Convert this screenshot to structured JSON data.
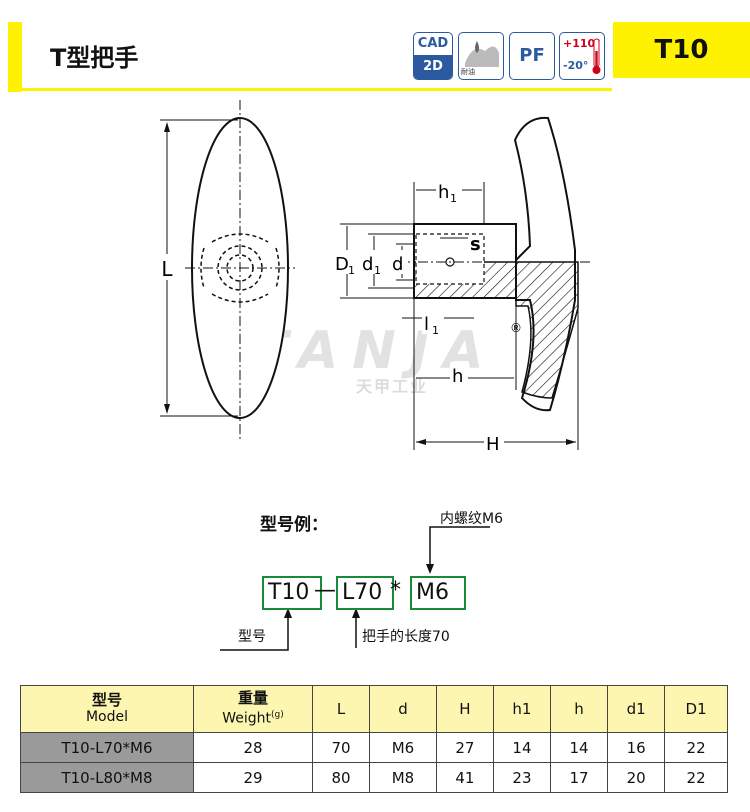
{
  "header": {
    "title": "T型把手",
    "product_code": "T10",
    "badges": {
      "cad_top": "CAD",
      "cad_bottom": "2D",
      "oil_label": "耐油",
      "pf": "PF",
      "temp_high": "+110°",
      "temp_low": "-20°"
    }
  },
  "drawing": {
    "labels": {
      "L": "L",
      "h1": "h",
      "h1_sub": "1",
      "s": "s",
      "D1": "D",
      "D1_sub": "1",
      "d1": "d",
      "d1_sub": "1",
      "d": "d",
      "l1": "l",
      "l1_sub": "1",
      "h": "h",
      "H": "H",
      "registered": "®"
    },
    "watermark": {
      "brand": "TANJA",
      "cn": "天甲工业"
    }
  },
  "example": {
    "title": "型号例：",
    "thread_note": "内螺纹M6",
    "code_model": "T10",
    "dash": "—",
    "code_length": "L70",
    "star": "*",
    "code_thread": "M6",
    "model_note": "型号",
    "length_note": "把手的长度70"
  },
  "table": {
    "headers": [
      {
        "cn": "型号",
        "en": "Model"
      },
      {
        "cn": "重量",
        "en": "Weight",
        "sup": "(g)"
      },
      {
        "en": "L"
      },
      {
        "en": "d"
      },
      {
        "en": "H"
      },
      {
        "en": "h1"
      },
      {
        "en": "h"
      },
      {
        "en": "d1"
      },
      {
        "en": "D1"
      }
    ],
    "rows": [
      [
        "T10-L70*M6",
        "28",
        "70",
        "M6",
        "27",
        "14",
        "14",
        "16",
        "22"
      ],
      [
        "T10-L80*M8",
        "29",
        "80",
        "M8",
        "41",
        "23",
        "17",
        "20",
        "22"
      ]
    ]
  }
}
